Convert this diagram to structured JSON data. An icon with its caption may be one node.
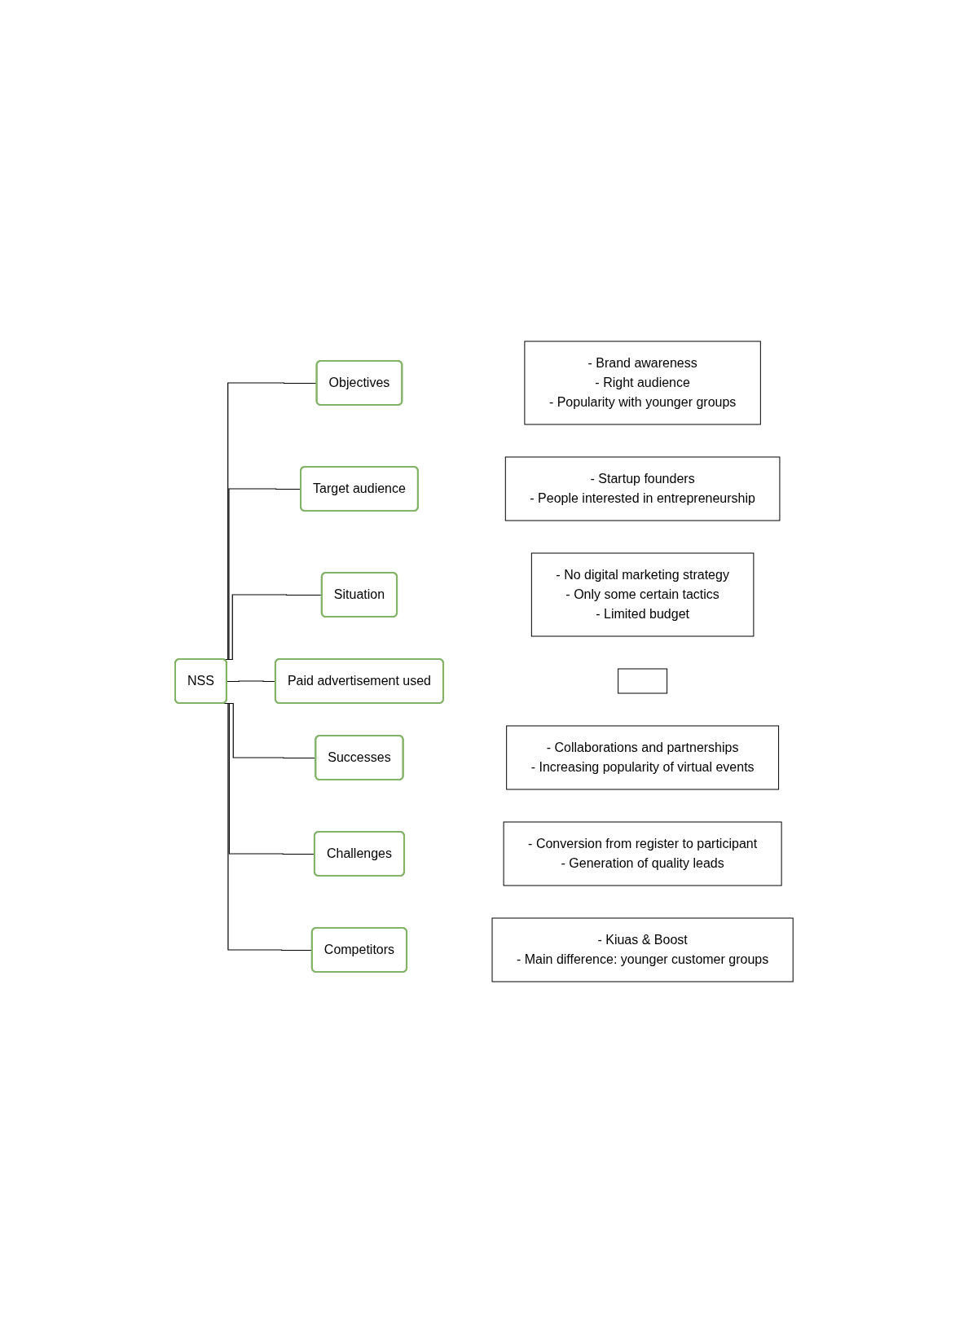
{
  "diagram": {
    "nodes": [
      {
        "text": [
          "NSS"
        ]
      },
      {
        "text": [
          "Objectives"
        ]
      },
      {
        "text": [
          "- Brand awareness",
          "- Right audience",
          "- Popularity with younger groups"
        ]
      },
      {
        "text": [
          "Target audience"
        ]
      },
      {
        "text": [
          "- Startup founders",
          "- People interested in entrepreneurship"
        ]
      },
      {
        "text": [
          "Situation"
        ]
      },
      {
        "text": [
          "- No digital marketing strategy",
          "- Only some certain tactics",
          "- Limited budget"
        ]
      },
      {
        "text": [
          "Paid advertisement used"
        ]
      },
      {
        "text": [],
        "shape": "box"
      },
      {
        "text": [
          "Successes"
        ]
      },
      {
        "text": [
          "- Collaborations and partnerships",
          "- Increasing popularity of virtual events"
        ]
      },
      {
        "text": [
          "Challenges"
        ]
      },
      {
        "text": [
          "- Conversion from register to participant",
          "- Generation of quality leads"
        ]
      },
      {
        "text": [
          "Competitors"
        ]
      },
      {
        "text": [
          "- Kiuas & Boost",
          "- Main difference: younger customer groups"
        ]
      }
    ],
    "edges": [
      {
        "from": 0,
        "to": 1,
        "arrow": "none"
      },
      {
        "from": 0,
        "to": 3,
        "arrow": "none"
      },
      {
        "from": 0,
        "to": 5,
        "arrow": "none"
      },
      {
        "from": 0,
        "to": 7,
        "arrow": "none"
      },
      {
        "from": 0,
        "to": 9,
        "arrow": "none"
      },
      {
        "from": 0,
        "to": 11,
        "arrow": "none"
      },
      {
        "from": 0,
        "to": 13,
        "arrow": "none"
      }
    ]
  }
}
